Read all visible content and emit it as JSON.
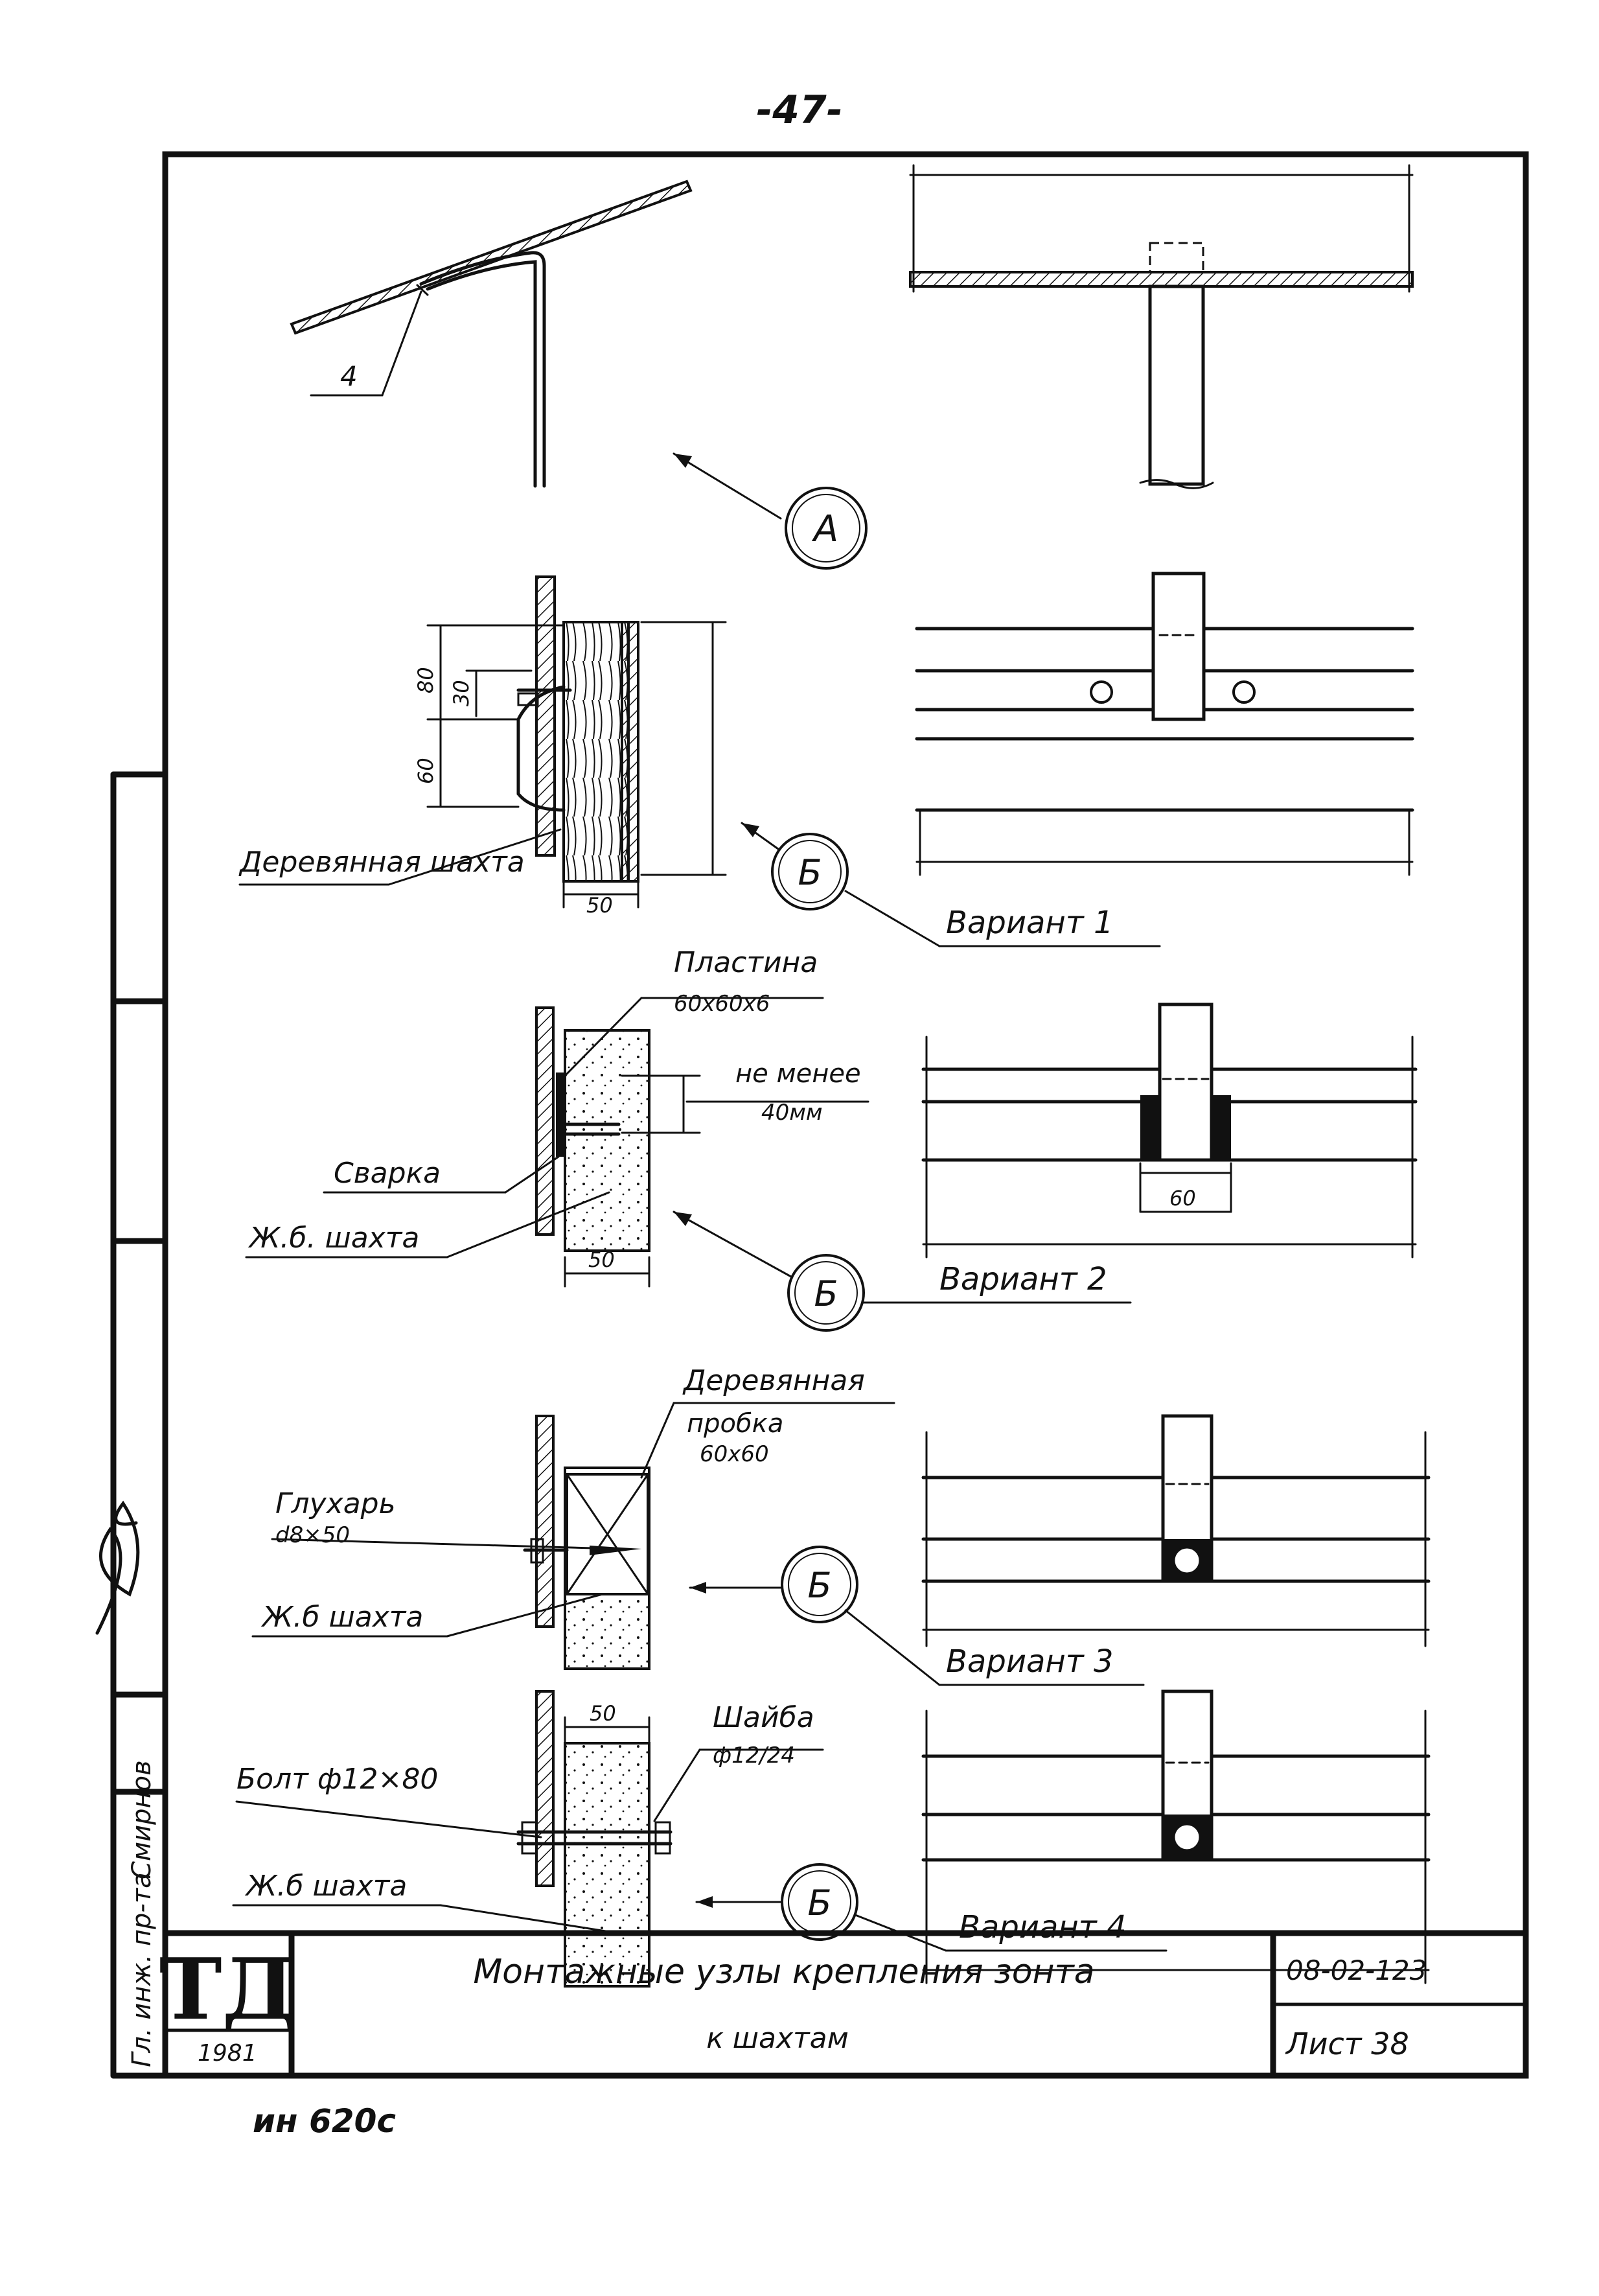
{
  "page_number": "-47-",
  "callouts": {
    "a_label": "A",
    "b_label": "Б",
    "item_4": "4"
  },
  "detail_labels": {
    "wood_shaft": "Деревянная шахта",
    "plate": "Пластина",
    "plate_size": "60х60х6",
    "min_size": "не менее",
    "min_value": "40мм",
    "welding": "Сварка",
    "rc_shaft_1": "Ж.б. шахта",
    "wood_plug": "Деревянная",
    "wood_plug_2": "пробка",
    "wood_plug_size": "60х60",
    "lag_screw": "Глухарь",
    "lag_screw_size": "d8×50",
    "rc_shaft_2": "Ж.б шахта",
    "bolt": "Болт ф12×80",
    "washer": "Шайба",
    "washer_size": "ф12/24",
    "rc_shaft_3": "Ж.б шахта"
  },
  "dimensions": {
    "d80": "80",
    "d30": "30",
    "d60": "60",
    "d50_v1": "50",
    "d50_v2": "50",
    "d60_v2": "60",
    "d50_v4": "50"
  },
  "variants": {
    "v1": "Вариант 1",
    "v2": "Вариант 2",
    "v3": "Вариант 3",
    "v4": "Вариант 4"
  },
  "sidebar": {
    "role": "Гл. инж. пр-та",
    "name": "Смирнов"
  },
  "title_block": {
    "logo": "ТД",
    "year": "1981",
    "title_line1": "Монтажные узлы крепления зонта",
    "title_line2": "к шахтам",
    "doc_code": "08-02-123",
    "sheet": "Лист 38"
  },
  "inventory_note": "ин 620с"
}
